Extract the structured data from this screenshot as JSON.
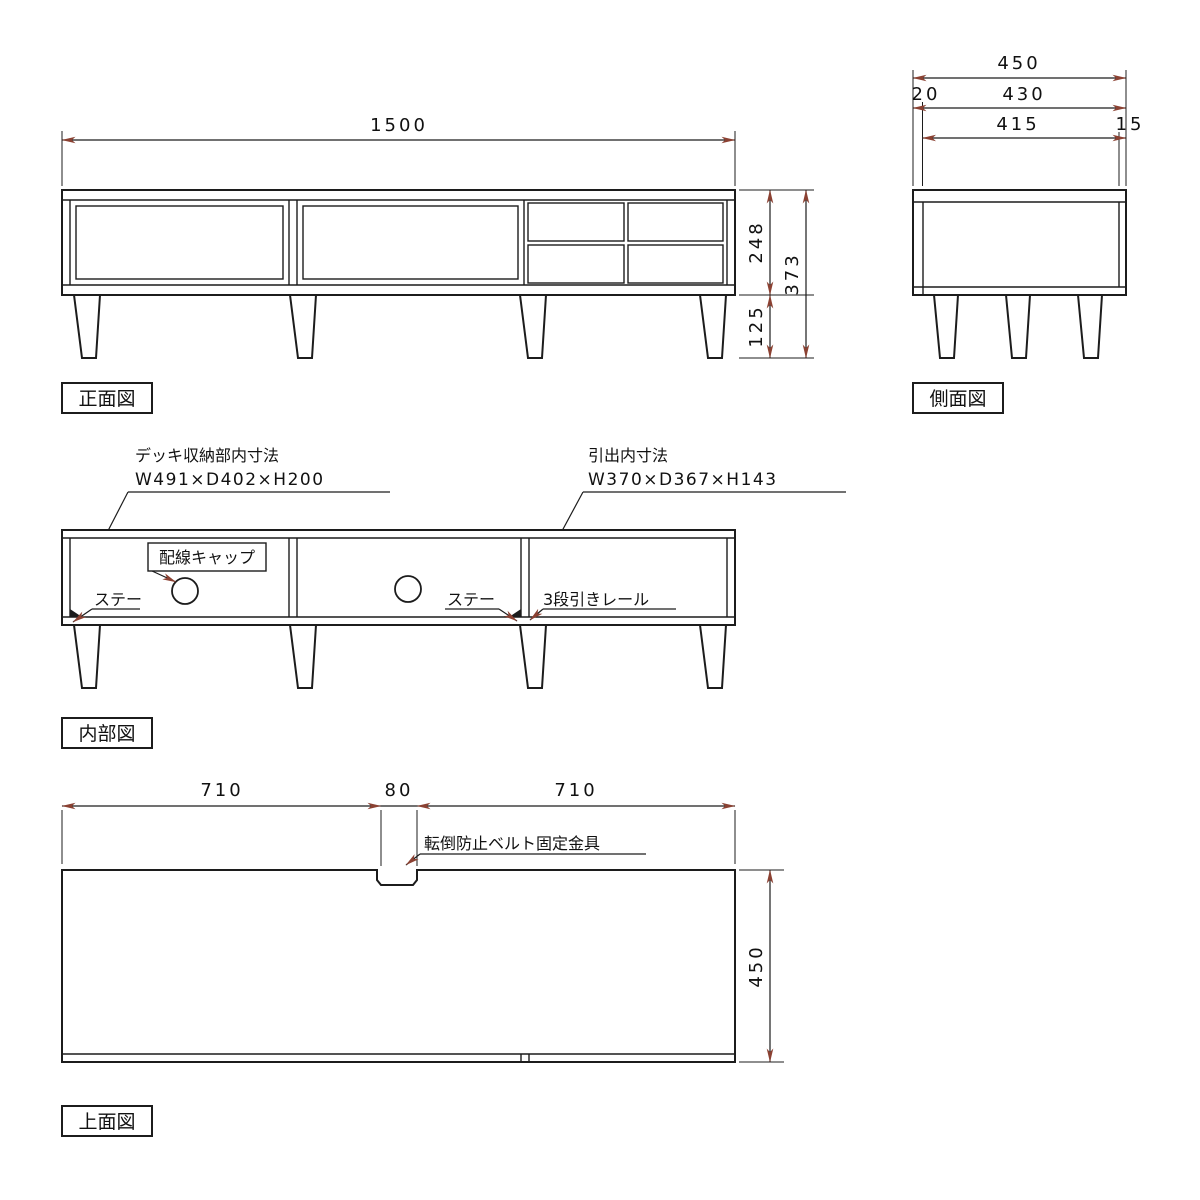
{
  "colors": {
    "line": "#1c1c1c",
    "text": "#111111",
    "arrow": "#8b4132"
  },
  "front_view": {
    "label": "正面図",
    "dim_width": "1500",
    "dim_body_height": "248",
    "dim_leg_height": "125",
    "dim_total_height": "373"
  },
  "side_view": {
    "label": "側面図",
    "dim_depth": "450",
    "dim_back_panel": "20",
    "dim_top_depth": "430",
    "dim_inner_depth": "415",
    "dim_front_lip": "15"
  },
  "internal_view": {
    "label": "内部図",
    "deck_title": "デッキ収納部内寸法",
    "deck_size": "W491×D402×H200",
    "drawer_title": "引出内寸法",
    "drawer_size": "W370×D367×H143",
    "cable_cap_label": "配線キャップ",
    "stay_left_label": "ステー",
    "stay_right_label": "ステー",
    "rail_label": "3段引きレール"
  },
  "top_view": {
    "label": "上面図",
    "dim_left": "710",
    "dim_center": "80",
    "dim_right": "710",
    "dim_depth": "450",
    "belt_label": "転倒防止ベルト固定金具"
  }
}
